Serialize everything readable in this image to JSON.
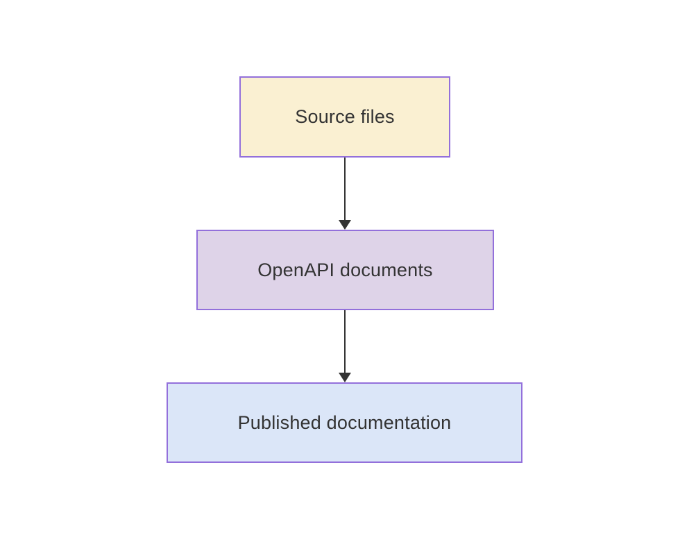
{
  "diagram": {
    "type": "flowchart",
    "direction": "top-down",
    "background_color": "#ffffff",
    "border_color": "#9370db",
    "arrow_color": "#333333",
    "text_color": "#333333",
    "nodes": [
      {
        "id": "source",
        "label": "Source files",
        "fill": "#faf0d2"
      },
      {
        "id": "openapi",
        "label": "OpenAPI documents",
        "fill": "#ded3e8"
      },
      {
        "id": "published",
        "label": "Published documentation",
        "fill": "#dbe6f8"
      }
    ],
    "edges": [
      {
        "from": "source",
        "to": "openapi",
        "style": "arrow-down"
      },
      {
        "from": "openapi",
        "to": "published",
        "style": "arrow-down"
      }
    ]
  }
}
